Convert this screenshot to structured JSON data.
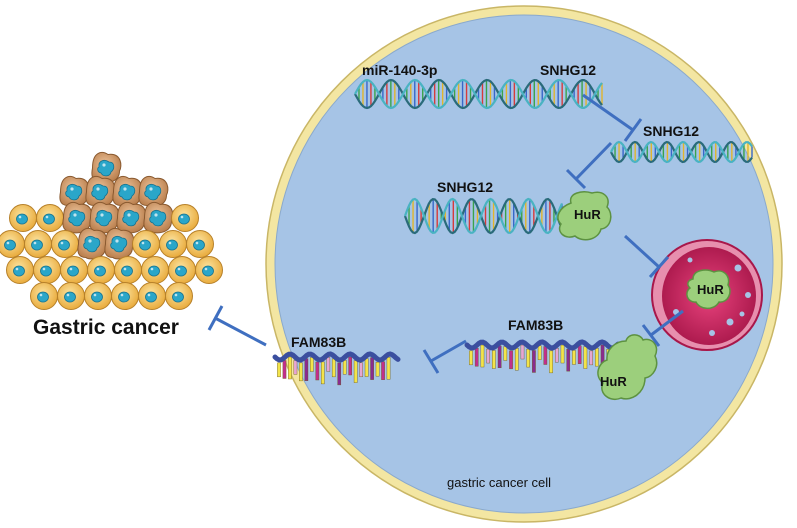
{
  "labels": {
    "gastric_cancer": "Gastric cancer",
    "cell": "gastric cancer cell",
    "mirna": "miR-140-3p",
    "snhg12_top": "SNHG12",
    "snhg12_free": "SNHG12",
    "snhg12_bound": "SNHG12",
    "fam83b_bound": "FAM83B",
    "fam83b_free": "FAM83B"
  },
  "proteins": {
    "hur_1": "HuR",
    "hur_nucleus": "HuR",
    "hur_2": "HuR"
  },
  "colors": {
    "cell_fill": "#a6c4e6",
    "cell_border": "#f3e6a2",
    "arrow": "#3f6fc0",
    "nucleus": "#c8245f",
    "hur": "#9ccf7c",
    "tumor_cell": "#f4c35c",
    "tumor_nucleus": "#2aa6c9",
    "cancer_cell": "#d9a373"
  },
  "icons": {
    "inhibition": "blunt-arrow",
    "rna": "double-helix",
    "mrna": "single-strand-rna"
  }
}
